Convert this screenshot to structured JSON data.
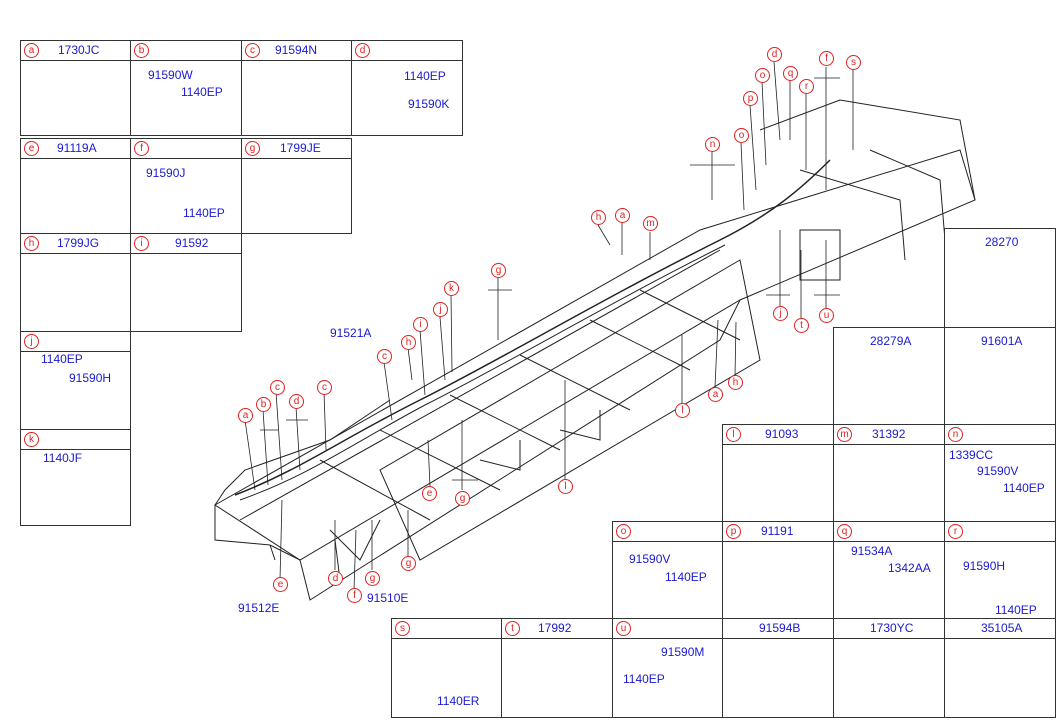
{
  "colors": {
    "part_number": "#1a1ad0",
    "callout": "#e02020",
    "line": "#222222"
  },
  "cells": {
    "a": {
      "letter": "a",
      "code": "1730JC"
    },
    "b": {
      "letter": "b",
      "parts": [
        "91590W",
        "1140EP"
      ]
    },
    "c": {
      "letter": "c",
      "code": "91594N"
    },
    "d": {
      "letter": "d",
      "parts": [
        "1140EP",
        "91590K"
      ]
    },
    "e": {
      "letter": "e",
      "code": "91119A"
    },
    "f": {
      "letter": "f",
      "parts": [
        "91590J",
        "1140EP"
      ]
    },
    "g": {
      "letter": "g",
      "code": "1799JE"
    },
    "h": {
      "letter": "h",
      "code": "1799JG"
    },
    "i": {
      "letter": "i",
      "code": "91592"
    },
    "j": {
      "letter": "j",
      "parts": [
        "1140EP",
        "91590H"
      ]
    },
    "k": {
      "letter": "k",
      "parts": [
        "1140JF"
      ]
    },
    "l": {
      "letter": "l",
      "code": "91093"
    },
    "m": {
      "letter": "m",
      "code": "31392"
    },
    "n": {
      "letter": "n",
      "parts": [
        "1339CC",
        "91590V",
        "1140EP"
      ]
    },
    "o": {
      "letter": "o",
      "parts": [
        "91590V",
        "1140EP"
      ]
    },
    "p": {
      "letter": "p",
      "code": "91191"
    },
    "q": {
      "letter": "q",
      "parts": [
        "91534A",
        "1342AA"
      ]
    },
    "r": {
      "letter": "r",
      "parts": [
        "91590H",
        "1140EP"
      ]
    },
    "s": {
      "letter": "s",
      "parts": [
        "1140ER"
      ]
    },
    "t": {
      "letter": "t",
      "code": "17992"
    },
    "u": {
      "letter": "u",
      "parts": [
        "91590M",
        "1140EP"
      ]
    },
    "x1": {
      "code": "91594B"
    },
    "x2": {
      "code": "1730YC"
    },
    "x3": {
      "code": "35105A"
    },
    "x4": {
      "code": "28270"
    },
    "x5": {
      "code": "28279A"
    },
    "x6": {
      "code": "91601A"
    }
  },
  "main_labels": {
    "harness1": "91521A",
    "harness2": "91512E",
    "harness3": "91510E"
  },
  "callouts": [
    "a",
    "b",
    "c",
    "d",
    "e",
    "f",
    "g",
    "h",
    "i",
    "j",
    "k",
    "l",
    "m",
    "n",
    "o",
    "p",
    "q",
    "r",
    "s",
    "t",
    "u"
  ]
}
